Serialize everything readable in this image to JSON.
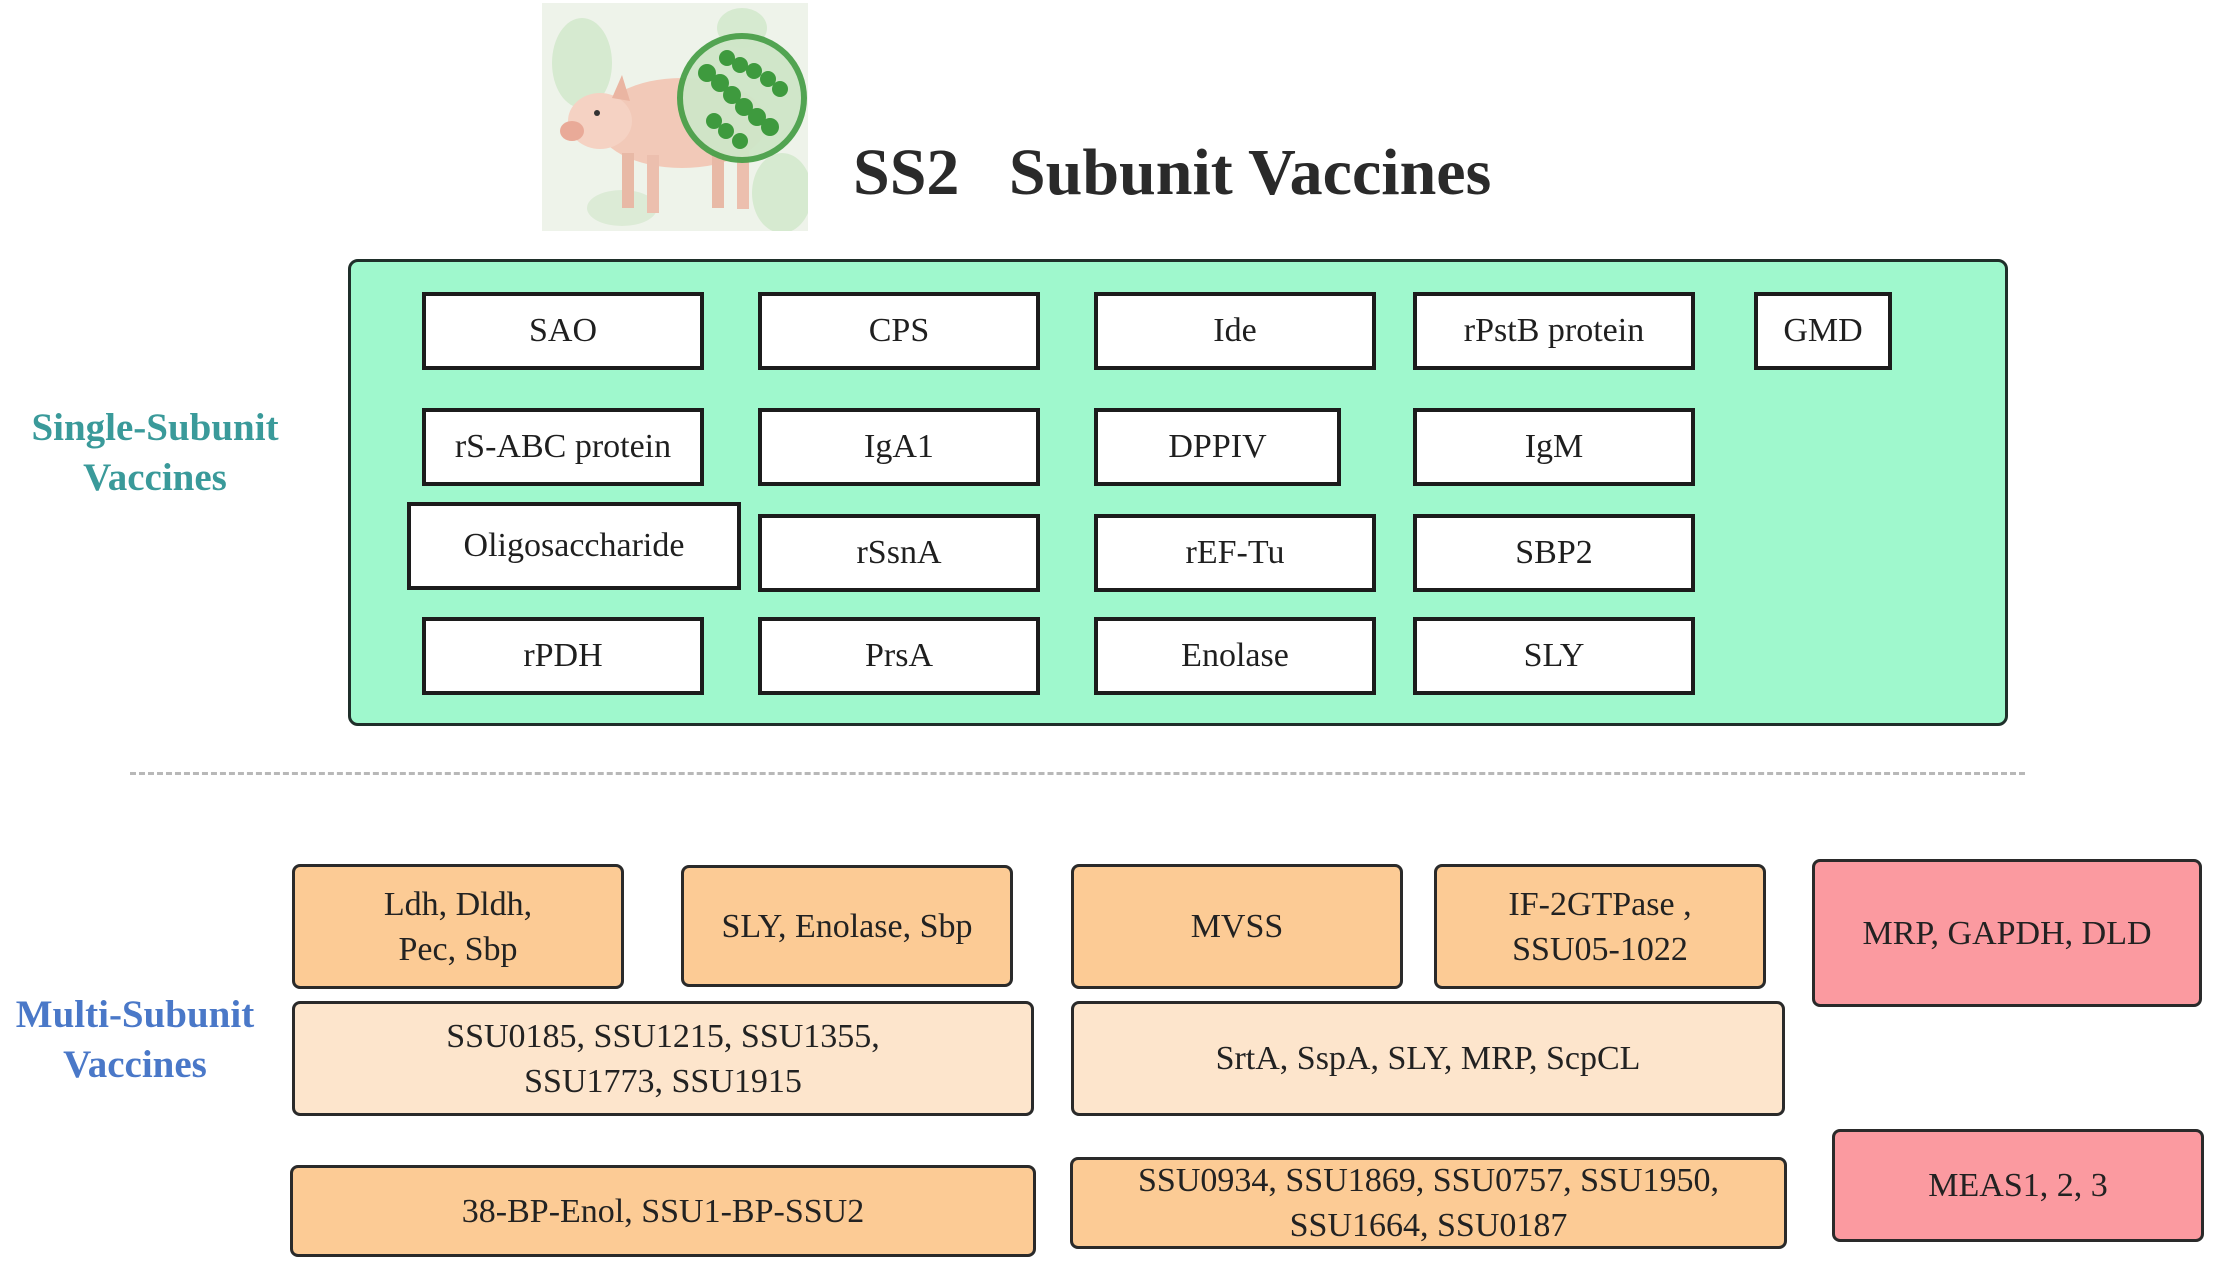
{
  "title": "SS2   Subunit Vaccines",
  "image": {
    "icon": "pig-with-bacteria-icon"
  },
  "colors": {
    "single_panel": "#9ff8cd",
    "single_label": "#3a9a9a",
    "multi_label": "#4a78c8",
    "orange": "#fccb95",
    "light_orange": "#fde5cc",
    "red": "#fb9aa0"
  },
  "single": {
    "label_line1": "Single-Subunit",
    "label_line2": "Vaccines",
    "items": [
      "SAO",
      "CPS",
      "Ide",
      "rPstB protein",
      "GMD",
      "rS-ABC protein",
      "IgA1",
      "DPPIV",
      "IgM",
      "Oligosaccharide",
      "rSsnA",
      "rEF-Tu",
      "SBP2",
      "rPDH",
      "PrsA",
      "Enolase",
      "SLY"
    ]
  },
  "multi": {
    "label_line1": "Multi-Subunit",
    "label_line2": "Vaccines",
    "groups": [
      {
        "lines": [
          "Ldh, Dldh,",
          "Pec, Sbp"
        ]
      },
      {
        "lines": [
          "SLY, Enolase, Sbp"
        ]
      },
      {
        "lines": [
          "MVSS"
        ]
      },
      {
        "lines": [
          "IF-2GTPase ,",
          "SSU05-1022"
        ]
      },
      {
        "lines": [
          "MRP, GAPDH, DLD"
        ]
      },
      {
        "lines": [
          "SSU0185, SSU1215, SSU1355,",
          "SSU1773, SSU1915"
        ]
      },
      {
        "lines": [
          "SrtA, SspA, SLY, MRP, ScpCL"
        ]
      },
      {
        "lines": [
          "38-BP-Enol, SSU1-BP-SSU2"
        ]
      },
      {
        "lines": [
          "SSU0934, SSU1869, SSU0757, SSU1950,",
          "SSU1664, SSU0187"
        ]
      },
      {
        "lines": [
          "MEAS1, 2, 3"
        ]
      }
    ]
  }
}
